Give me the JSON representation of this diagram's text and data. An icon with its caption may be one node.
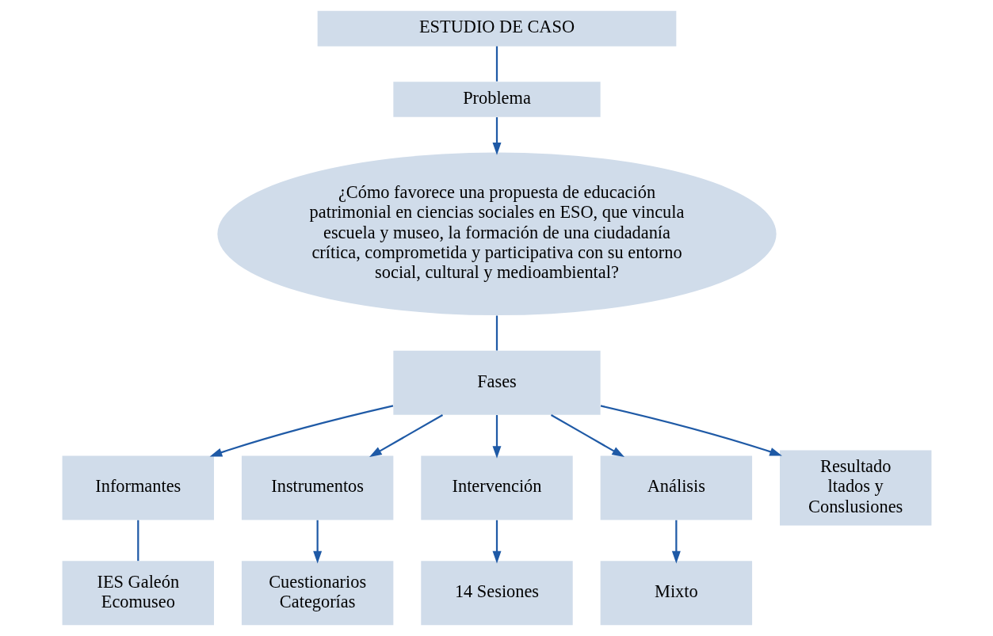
{
  "diagram": {
    "nodes": [
      {
        "text": [
          "ESTUDIO DE CASO"
        ]
      },
      {
        "text": [
          "Problema"
        ]
      },
      {
        "text": [
          "¿Cómo favorece una propuesta de educación patrimonial en ciencias sociales en ESO, que vincula escuela y museo, la formación de una ciudadanía crítica, comprometida y participativa con su entorno social, cultural y medioambiental?"
        ]
      },
      {
        "text": [
          "Fases"
        ]
      },
      {
        "text": [
          "Informantes"
        ]
      },
      {
        "text": [
          "Instrumentos"
        ]
      },
      {
        "text": [
          "Intervención"
        ]
      },
      {
        "text": [
          "Análisis"
        ]
      },
      {
        "text": [
          "Resultado ltados y Conslusiones"
        ]
      },
      {
        "text": [
          "IES Galeón Ecomuseo"
        ]
      },
      {
        "text": [
          "Cuestionarios Categorías"
        ]
      },
      {
        "text": [
          "14 Sesiones"
        ]
      },
      {
        "text": [
          "Mixto"
        ]
      }
    ],
    "edges": [
      {
        "from": 0,
        "to": 1,
        "arrow": "none"
      },
      {
        "from": 1,
        "to": 2,
        "arrow": "to"
      },
      {
        "from": 2,
        "to": 3,
        "arrow": "none"
      },
      {
        "from": 3,
        "to": 4,
        "arrow": "to"
      },
      {
        "from": 3,
        "to": 5,
        "arrow": "to"
      },
      {
        "from": 3,
        "to": 6,
        "arrow": "to"
      },
      {
        "from": 3,
        "to": 7,
        "arrow": "to"
      },
      {
        "from": 3,
        "to": 8,
        "arrow": "to"
      },
      {
        "from": 4,
        "to": 9,
        "arrow": "none"
      },
      {
        "from": 5,
        "to": 10,
        "arrow": "to"
      },
      {
        "from": 6,
        "to": 11,
        "arrow": "to"
      },
      {
        "from": 7,
        "to": 12,
        "arrow": "to"
      }
    ]
  }
}
